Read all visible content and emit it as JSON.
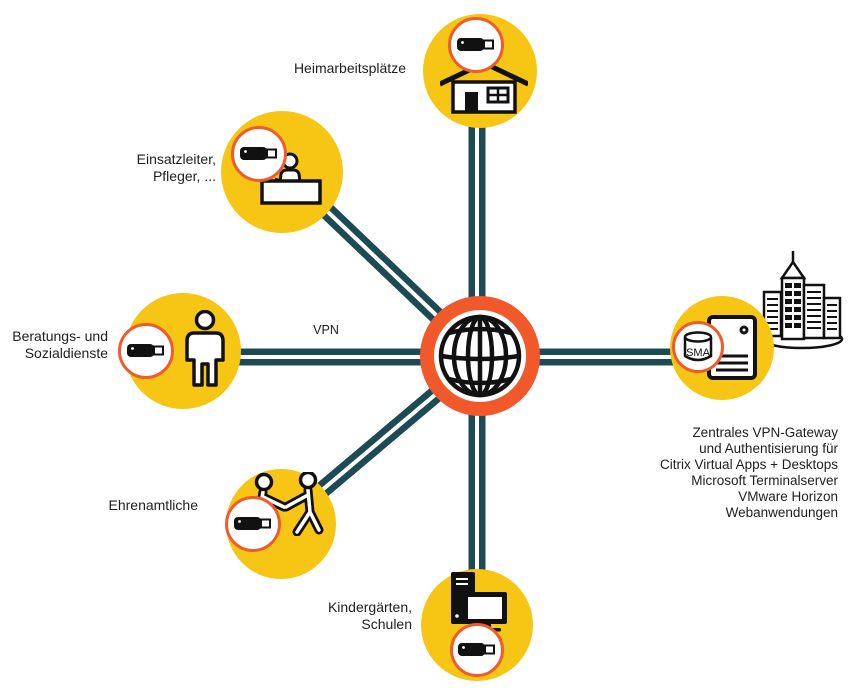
{
  "diagram": {
    "vpn_label": "VPN",
    "center": {
      "icon": "globe-icon"
    },
    "nodes": [
      {
        "id": "heimarbeitsplaetze",
        "label": "Heimarbeitsplätze",
        "icon": "house-icon",
        "badge": "usb-stick-icon"
      },
      {
        "id": "einsatzleiter",
        "label": "Einsatzleiter,\nPfleger, ...",
        "icon": "desk-worker-icon",
        "badge": "usb-stick-icon"
      },
      {
        "id": "beratungs-sozialdienste",
        "label": "Beratungs- und\nSozialdienste",
        "icon": "person-icon",
        "badge": "usb-stick-icon"
      },
      {
        "id": "ehrenamtliche",
        "label": "Ehrenamtliche",
        "icon": "helpers-icon",
        "badge": "usb-stick-icon"
      },
      {
        "id": "kindergaerten-schulen",
        "label": "Kindergärten,\nSchulen",
        "icon": "desktop-computer-icon",
        "badge": "usb-stick-icon"
      },
      {
        "id": "vpn-gateway",
        "label": "Zentrales VPN-Gateway\nund Authentisierung für\nCitrix Virtual Apps + Desktops\nMicrosoft Terminalserver\nVMware Horizon\nWebanwendungen",
        "icon": "server-icon",
        "badge": "sma-database-icon",
        "badge_text": "SMA"
      }
    ]
  },
  "colors": {
    "yellow": "#F7C514",
    "orange": "#F2592A",
    "line_teal": "#1C4B55",
    "badge_ring": "#F15B2B",
    "text": "#1E1E1E"
  }
}
